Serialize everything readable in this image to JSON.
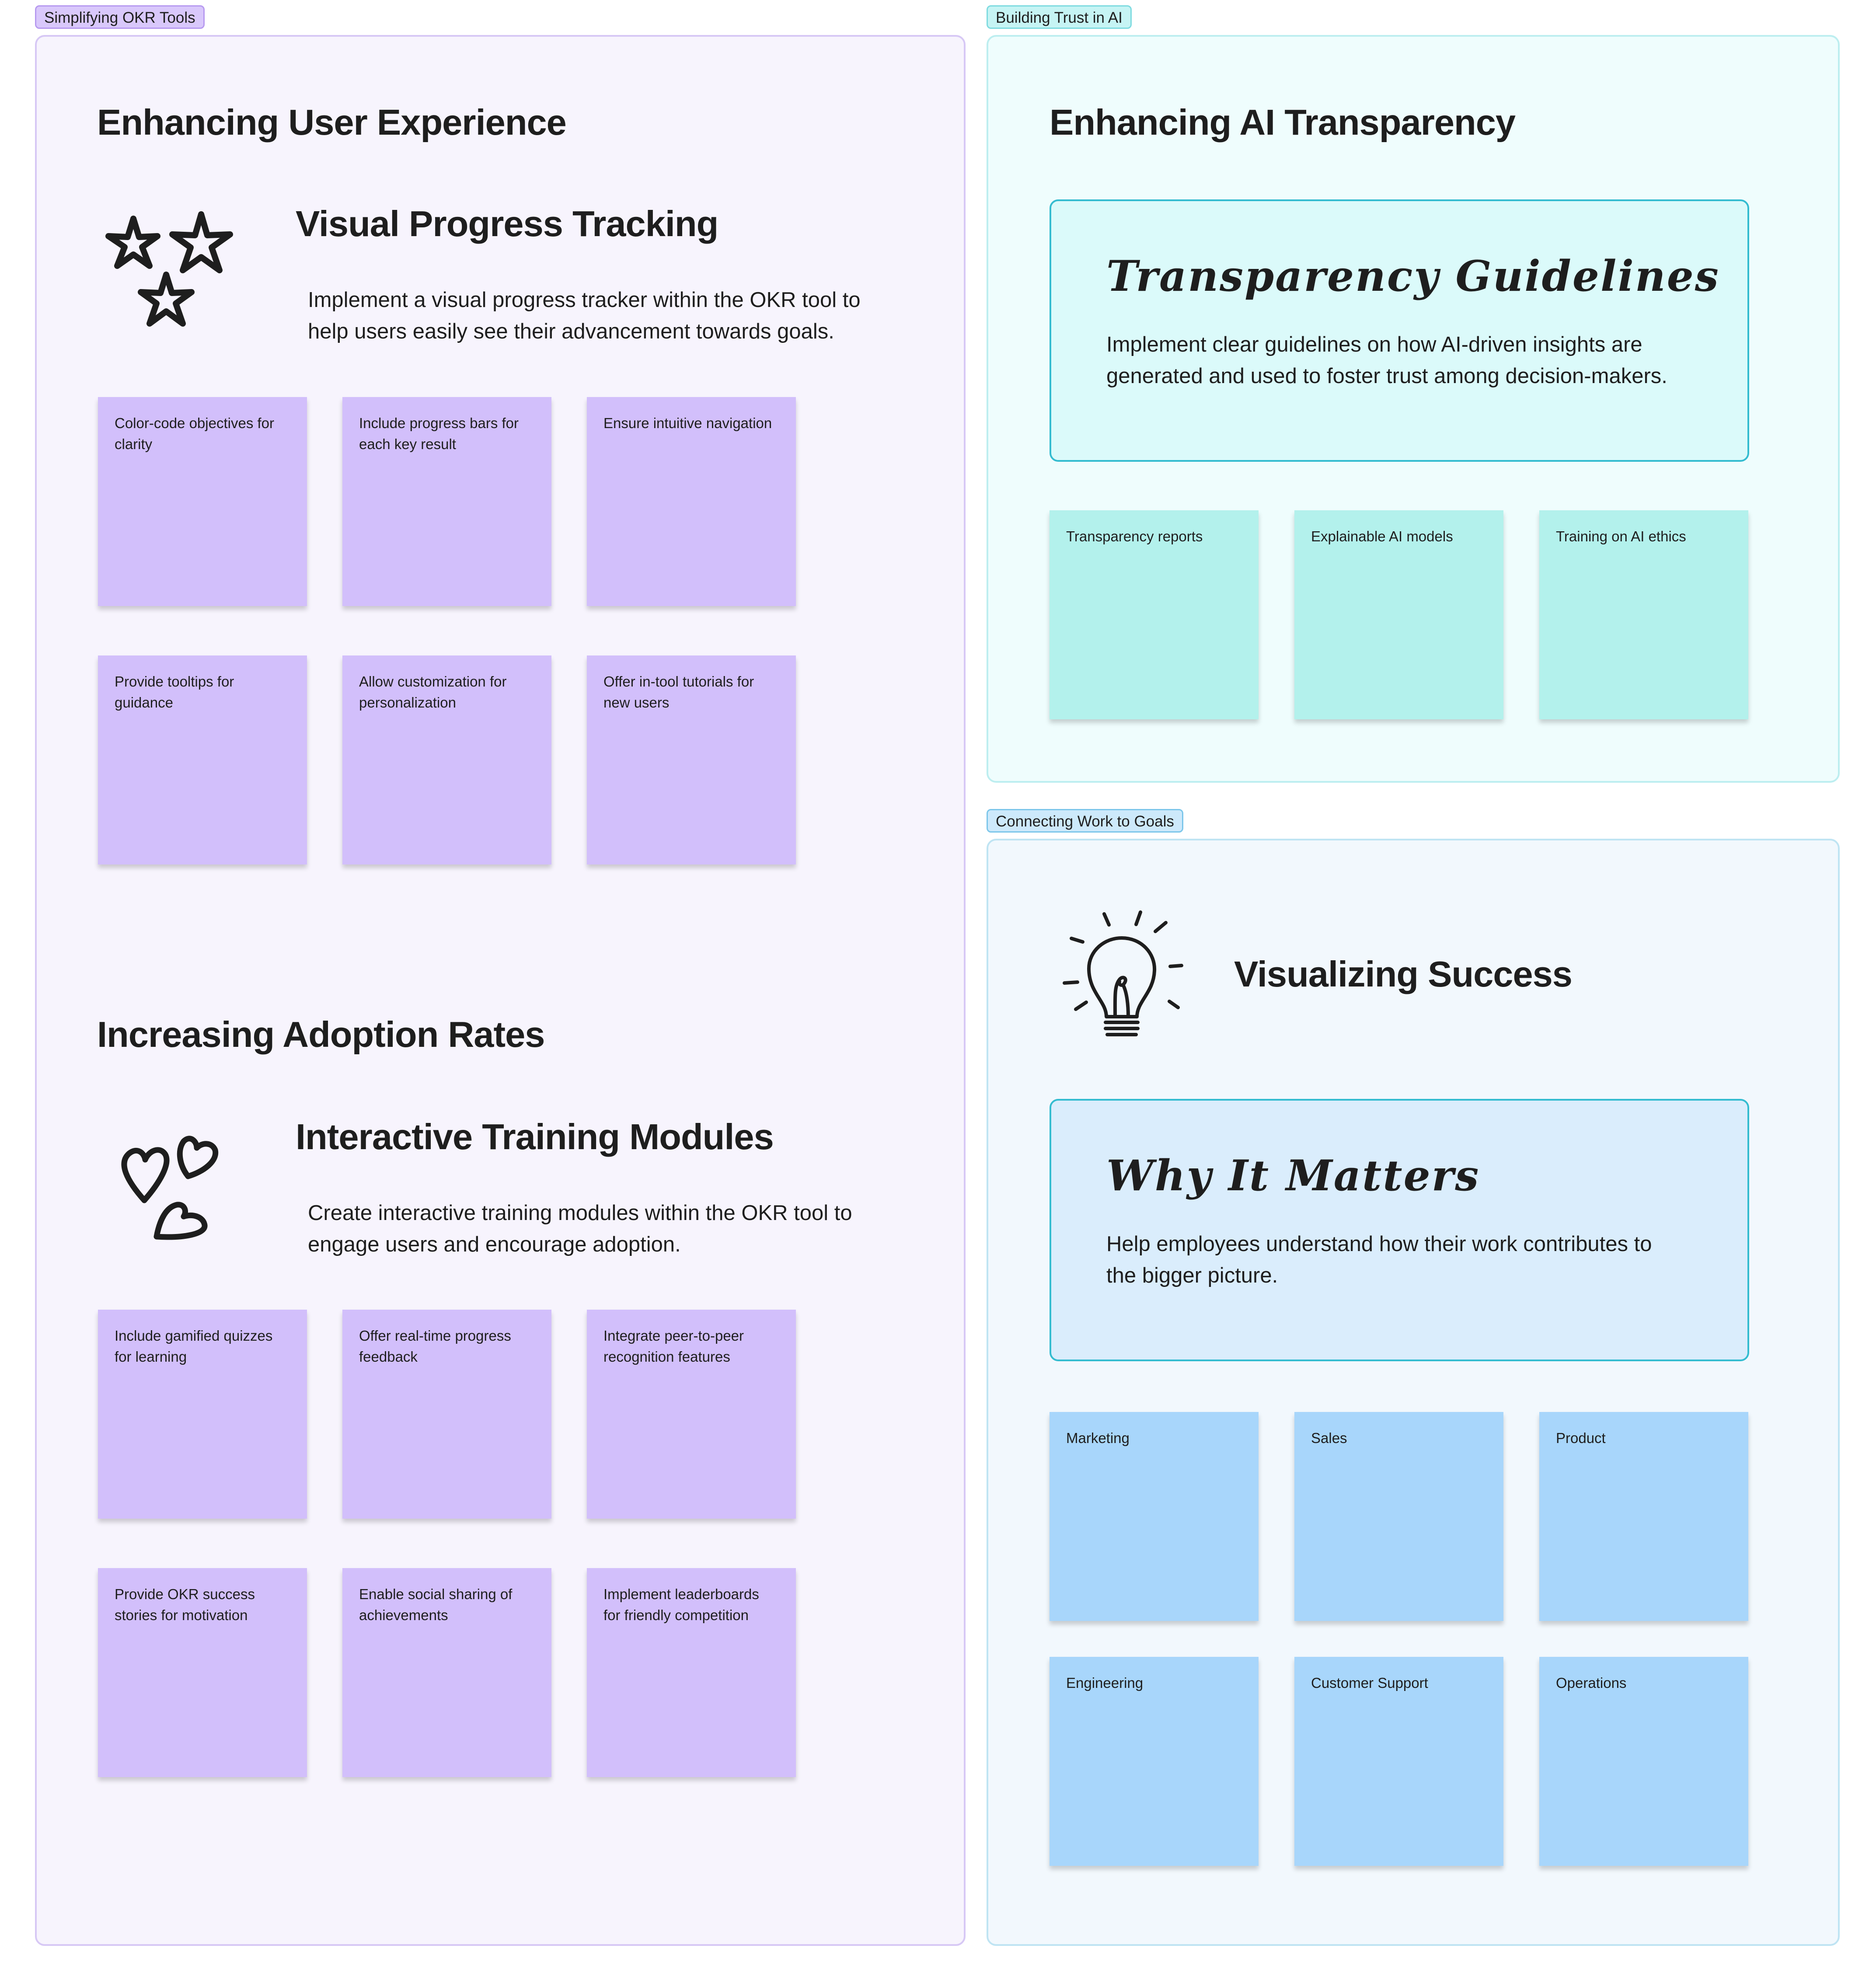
{
  "okr": {
    "tag": "Simplifying OKR Tools",
    "heading_ux": "Enhancing User Experience",
    "progress": {
      "title": "Visual Progress Tracking",
      "line1": "Implement a visual progress tracker within the OKR tool to",
      "line2": "help users easily see their advancement towards goals.",
      "stickies": [
        {
          "l1": "Color-code objectives for",
          "l2": "clarity"
        },
        {
          "l1": "Include progress bars for",
          "l2": "each key result"
        },
        {
          "l1": "Ensure intuitive navigation",
          "l2": ""
        },
        {
          "l1": "Provide tooltips for",
          "l2": "guidance"
        },
        {
          "l1": "Allow customization for",
          "l2": "personalization"
        },
        {
          "l1": "Offer in-tool tutorials for",
          "l2": "new users"
        }
      ]
    },
    "heading_adoption": "Increasing Adoption Rates",
    "training": {
      "title": "Interactive Training Modules",
      "line1": "Create interactive training modules within the OKR tool to",
      "line2": "engage users and encourage adoption.",
      "stickies": [
        {
          "l1": "Include gamified quizzes",
          "l2": "for learning"
        },
        {
          "l1": "Offer real-time progress",
          "l2": "feedback"
        },
        {
          "l1": "Integrate peer-to-peer",
          "l2": "recognition features"
        },
        {
          "l1": "Provide OKR success",
          "l2": "stories for motivation"
        },
        {
          "l1": "Enable social sharing of",
          "l2": "achievements"
        },
        {
          "l1": "Implement leaderboards",
          "l2": "for friendly competition"
        }
      ]
    }
  },
  "trust": {
    "tag": "Building Trust in AI",
    "heading": "Enhancing AI Transparency",
    "card_title": "Transparency Guidelines",
    "card_line1": "Implement clear guidelines on how AI-driven insights are",
    "card_line2": "generated and used to foster trust among decision-makers.",
    "stickies": [
      "Transparency reports",
      "Explainable AI models",
      "Training on AI ethics"
    ]
  },
  "goals": {
    "tag": "Connecting Work to Goals",
    "heading": "Visualizing Success",
    "card_title": "Why It Matters",
    "card_line1": "Help employees understand how their work contributes to",
    "card_line2": "the bigger picture.",
    "stickies": [
      "Marketing",
      "Sales",
      "Product",
      "Engineering",
      "Customer Support",
      "Operations"
    ]
  },
  "colors": {
    "purple_sticky": "#d2bffb",
    "teal_sticky": "#b3f1ec",
    "blue_sticky": "#a8d6fb",
    "card_border": "#34bcd0"
  }
}
